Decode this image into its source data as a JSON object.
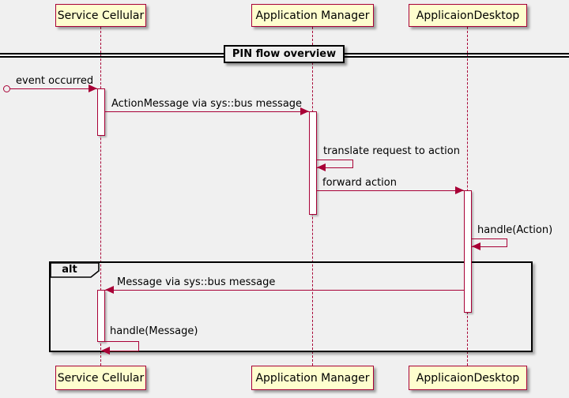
{
  "diagram": {
    "divider_title": "PIN flow overview",
    "fragment_operator": "alt",
    "participants": [
      {
        "name": "Service Cellular"
      },
      {
        "name": "Application Manager"
      },
      {
        "name": "ApplicaionDesktop"
      }
    ],
    "messages": {
      "event_occurred": "event occurred",
      "action_message": "ActionMessage via sys::bus message",
      "translate": "translate request to action",
      "forward_action": "forward action",
      "handle_action": "handle(Action)",
      "message_via_bus": "Message via sys::bus message",
      "handle_message": "handle(Message)"
    },
    "colors": {
      "background": "#F0F0F0",
      "participant_fill": "#FEFECE",
      "participant_border": "#A80036",
      "line": "#A80036",
      "frame": "#000000",
      "label_fill": "#EEEEEE",
      "activation_fill": "#FFFFFF",
      "text": "#000000"
    }
  }
}
